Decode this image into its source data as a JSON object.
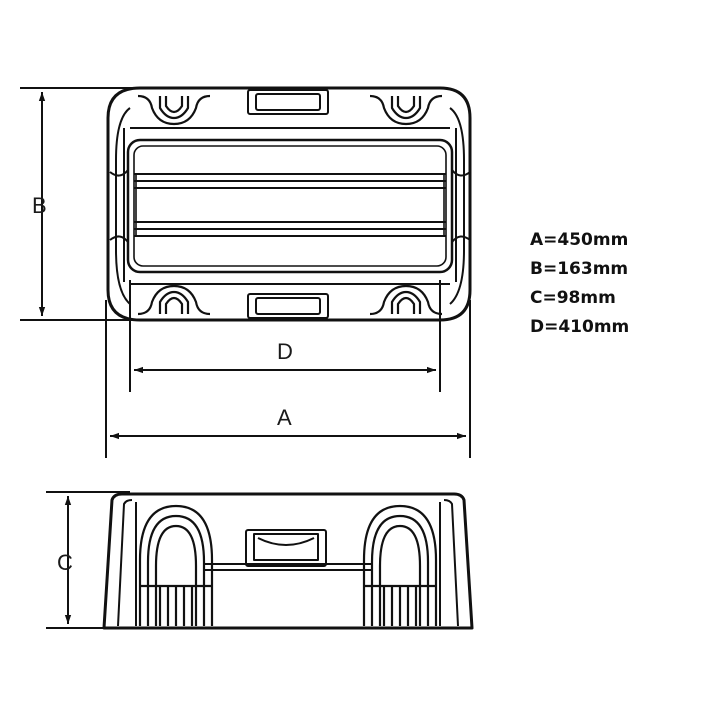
{
  "dimension_labels": {
    "a": "A",
    "b": "B",
    "c": "C",
    "d": "D"
  },
  "specifications": [
    "A=450mm",
    "B=163mm",
    "C=98mm",
    "D=410mm"
  ],
  "colors": {
    "line": "#111111",
    "background": "#ffffff"
  }
}
